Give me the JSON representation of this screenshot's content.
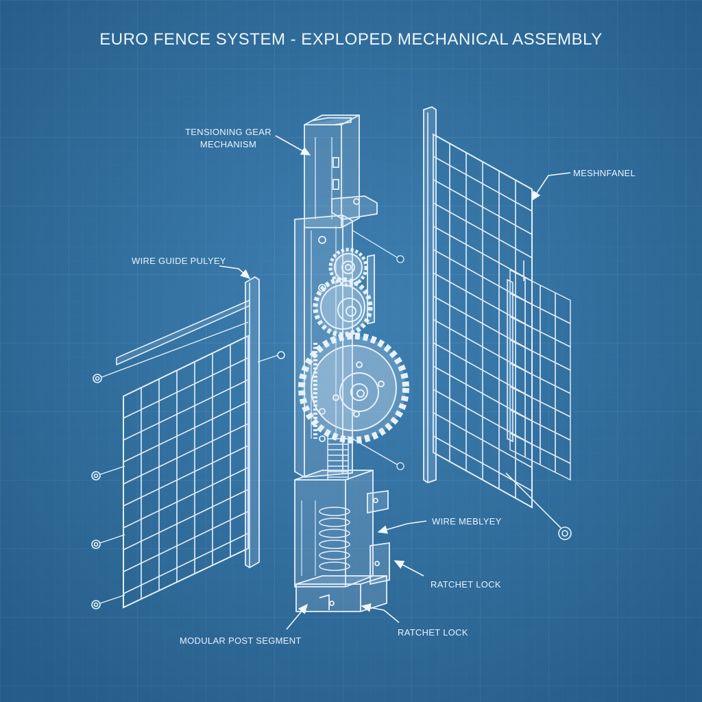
{
  "title": "EURO FENCE SYSTEM - EXPLOPED MECHANICAL ASSEMBLY",
  "colors": {
    "background": "#2f6f9f",
    "line": "#e6f2ff",
    "part_fill": "#d9e8f5",
    "grid": "#5f93bd"
  },
  "labels": {
    "tensioning_gear_line1": "TENSIONING GEAR",
    "tensioning_gear_line2": "MECHANISM",
    "mesh_panel": "MESHNFANEL",
    "wire_guide_pulley": "WIRE GUIDE PULYEY",
    "wire_pulley": "WIRE MEBLYEY",
    "ratchet_lock_upper": "RATCHET LOCK",
    "ratchet_lock_lower": "RATCHET LOCK",
    "modular_post_segment": "MODULAR POST SEGMENT"
  }
}
